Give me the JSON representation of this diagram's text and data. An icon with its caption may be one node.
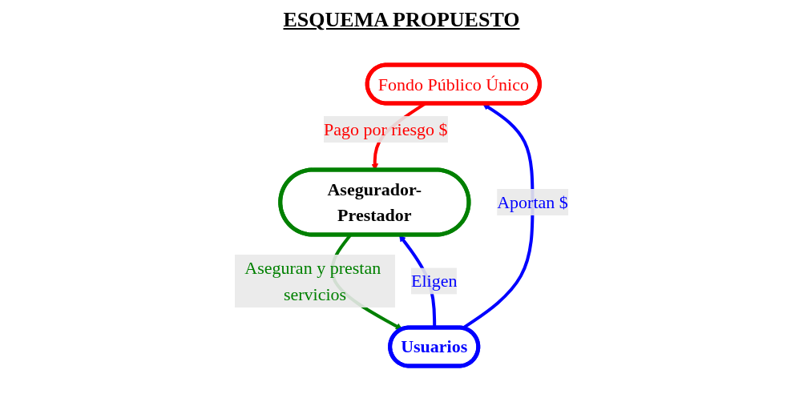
{
  "diagram": {
    "title": "ESQUEMA PROPUESTO",
    "nodes": [
      {
        "text": [
          "Fondo Público Único"
        ]
      },
      {
        "text": [
          "Asegurador-Prestador"
        ]
      },
      {
        "text": [
          "Usuarios"
        ]
      }
    ],
    "edges": [
      {
        "from": 0,
        "to": 1,
        "arrow": "to",
        "label": "Pago por riesgo $",
        "color": "#ff0000"
      },
      {
        "from": 2,
        "to": 0,
        "arrow": "to",
        "label": "Aportan $",
        "color": "#0000ff"
      },
      {
        "from": 2,
        "to": 1,
        "arrow": "to",
        "label": "Eligen",
        "color": "#0000ff"
      },
      {
        "from": 1,
        "to": 2,
        "arrow": "to",
        "label": "Aseguran y prestan servicios",
        "color": "#008000"
      }
    ]
  }
}
